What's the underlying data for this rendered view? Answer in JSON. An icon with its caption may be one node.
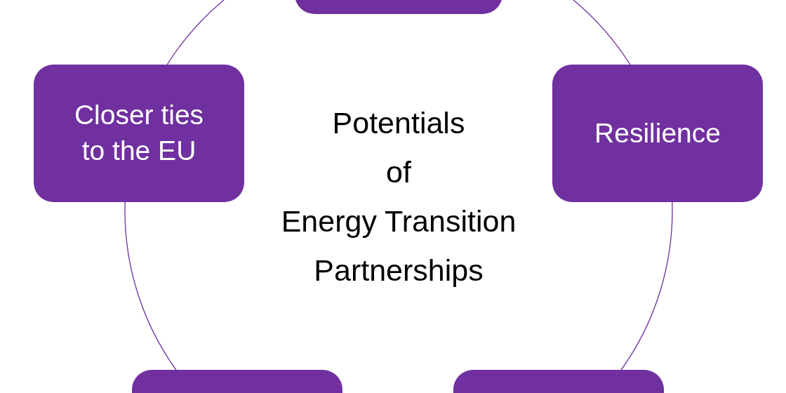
{
  "diagram": {
    "nodes": [
      {
        "text": [],
        "shape": "box"
      },
      {
        "text": [
          "Closer ties to the EU"
        ]
      },
      {
        "text": [
          "Resilience"
        ]
      },
      {
        "text": [],
        "shape": "box"
      },
      {
        "text": [],
        "shape": "box"
      }
    ],
    "edges": [
      {
        "from": 0,
        "to": 2,
        "arrow": "none"
      },
      {
        "from": 2,
        "to": 4,
        "arrow": "none"
      },
      {
        "from": 3,
        "to": 1,
        "arrow": "none"
      },
      {
        "from": 1,
        "to": 0,
        "arrow": "none"
      }
    ],
    "labels": [
      "Potentials",
      "of",
      "Energy Transition",
      "Partnerships"
    ]
  }
}
